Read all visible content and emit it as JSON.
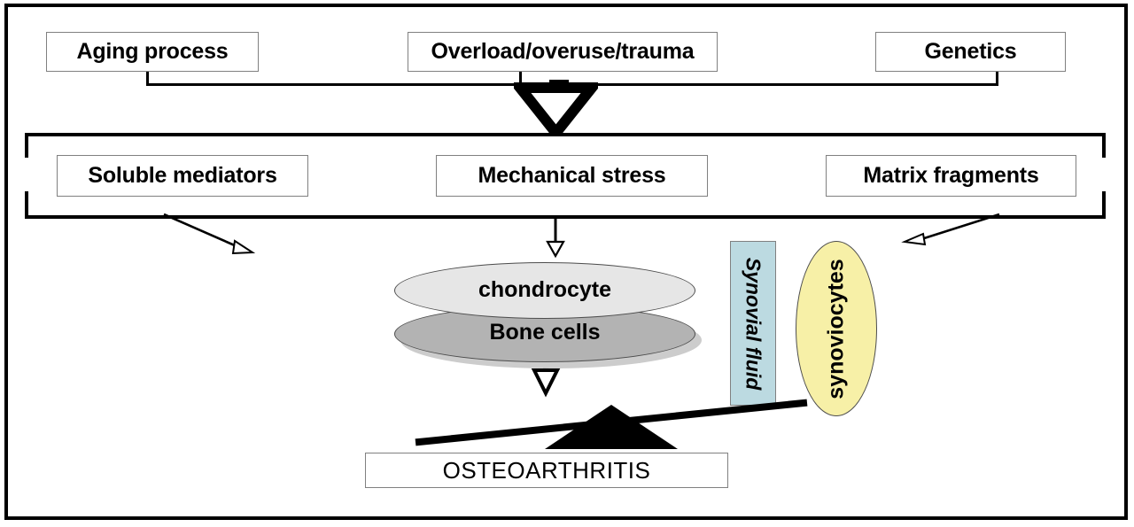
{
  "diagram": {
    "title": "Osteoarthritis pathogenesis flow diagram",
    "colors": {
      "frame": "#000000",
      "box_border": "#808080",
      "chondrocyte_fill": "#e6e6e6",
      "bone_cells_fill": "#b3b3b3",
      "synovial_fluid_fill": "#bcdae1",
      "synoviocytes_fill": "#f7f0a7",
      "fulcrum": "#000000"
    },
    "row1": {
      "aging": "Aging process",
      "overload": "Overload/overuse/trauma",
      "genetics": "Genetics"
    },
    "row2": {
      "soluble": "Soluble mediators",
      "mechanical": "Mechanical stress",
      "matrix": "Matrix fragments"
    },
    "cells": {
      "chondrocyte": "chondrocyte",
      "bone_cells": "Bone cells"
    },
    "synovium": {
      "synovial_fluid": "Synovial fluid",
      "synoviocytes": "synoviocytes"
    },
    "outcome": {
      "osteoarthritis": "OSTEOARTHRITIS"
    },
    "icons": {
      "big_down_arrow": "hollow-down-arrow-icon",
      "small_down_arrow": "small-hollow-down-arrow-icon",
      "diag_arrow_left": "diagonal-arrow-down-right-icon",
      "diag_arrow_right": "diagonal-arrow-down-left-icon",
      "balance": "balance-scale-icon"
    }
  }
}
